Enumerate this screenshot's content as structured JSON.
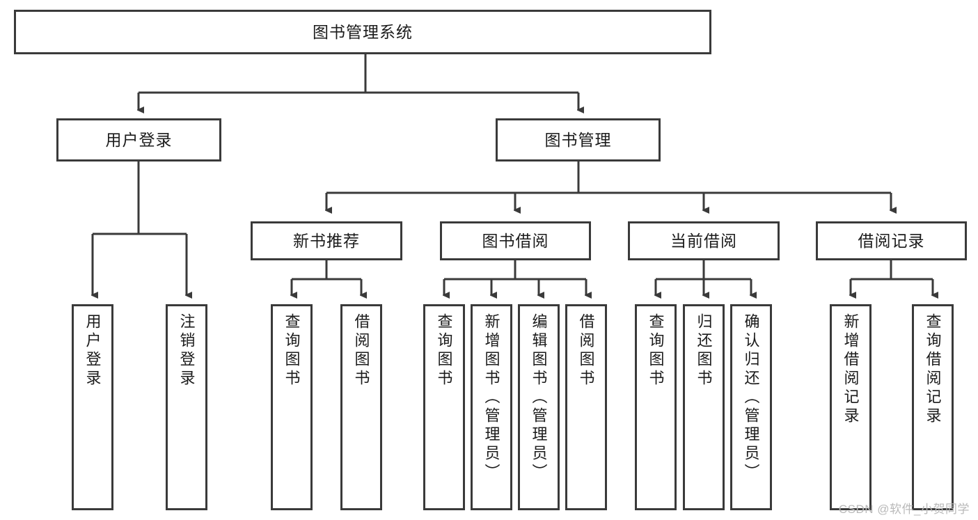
{
  "diagram": {
    "title_node": {
      "label": "图书管理系统"
    },
    "level2": [
      {
        "label": "用户登录"
      },
      {
        "label": "图书管理"
      }
    ],
    "level3": [
      {
        "label": "新书推荐"
      },
      {
        "label": "图书借阅"
      },
      {
        "label": "当前借阅"
      },
      {
        "label": "借阅记录"
      }
    ],
    "leaves": {
      "user_login": [
        {
          "label": "用户登录"
        },
        {
          "label": "注销登录"
        }
      ],
      "new_book_recommend": [
        {
          "label": "查询图书"
        },
        {
          "label": "借阅图书"
        }
      ],
      "book_borrow": [
        {
          "label": "查询图书"
        },
        {
          "label": "新增图书（管理员）"
        },
        {
          "label": "编辑图书（管理员）"
        },
        {
          "label": "借阅图书"
        }
      ],
      "current_borrow": [
        {
          "label": "查询图书"
        },
        {
          "label": "归还图书"
        },
        {
          "label": "确认归还（管理员）"
        }
      ],
      "borrow_record": [
        {
          "label": "新增借阅记录"
        },
        {
          "label": "查询借阅记录"
        }
      ]
    }
  },
  "watermark": {
    "text": "CSDN @软件_小贺同学"
  },
  "colors": {
    "stroke": "#3a3a3a",
    "text": "#1b1b1b",
    "background": "#ffffff",
    "watermark": "#b9b9b9"
  }
}
